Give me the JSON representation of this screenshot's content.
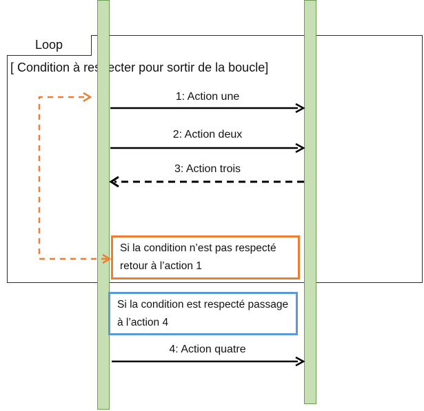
{
  "fragment": {
    "operator": "Loop",
    "guard": "[ Condition à respecter pour sortir de la boucle]"
  },
  "messages": [
    {
      "label": "1: Action une",
      "style": "solid"
    },
    {
      "label": "2: Action deux",
      "style": "solid"
    },
    {
      "label": "3: Action trois",
      "style": "dashed-return"
    },
    {
      "label": "4: Action quatre",
      "style": "solid"
    }
  ],
  "notes": {
    "loop_back": "Si la condition n’est pas respecté retour à l’action 1",
    "exit": "Si la condition est respecté passage à l’action 4"
  },
  "colors": {
    "lifeline_fill": "#c6e0b4",
    "lifeline_border": "#6d9b54",
    "loop_back_arrow": "#ed7d31",
    "exit_note_border": "#5b9bd5"
  }
}
